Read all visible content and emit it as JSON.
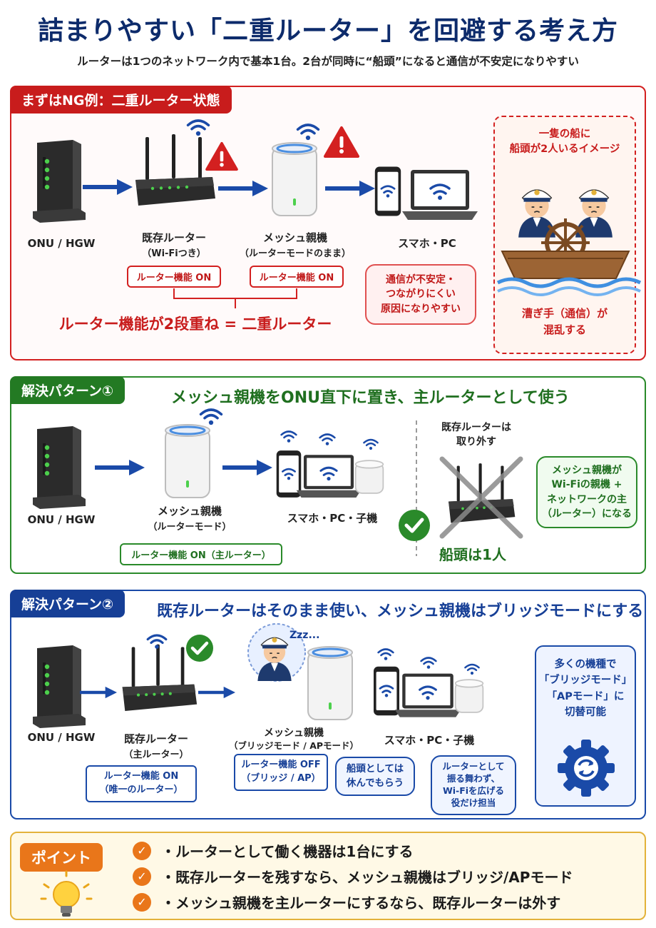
{
  "header": {
    "title": "詰まりやすい「二重ルーター」を回避する考え方",
    "subtitle": "ルーターは1つのネットワーク内で基本1台。2台が同時に“船頭”になると通信が不安定になりやすい"
  },
  "ng": {
    "tab": "まずはNG例：二重ルーター状態",
    "onu": "ONU / HGW",
    "router_name": "既存ルーター",
    "router_sub": "（Wi-Fiつき）",
    "router_pill": "ルーター機能 ON",
    "mesh_name": "メッシュ親機",
    "mesh_sub": "（ルーターモードのまま）",
    "mesh_pill": "ルーター機能 ON",
    "clients": "スマホ・PC",
    "conclusion": "ルーター機能が2段重ね = 二重ルーター",
    "bubble": [
      "通信が不安定・",
      "つながりにくい",
      "原因になりやすい"
    ],
    "metaphor_top": [
      "一隻の船に",
      "船頭が2人いるイメージ"
    ],
    "metaphor_bottom": [
      "漕ぎ手（通信）が",
      "混乱する"
    ]
  },
  "solution1": {
    "tab": "解決パターン①",
    "heading": "メッシュ親機をONU直下に置き、主ルーターとして使う",
    "onu": "ONU / HGW",
    "mesh_name": "メッシュ親機",
    "mesh_sub": "（ルーターモード）",
    "mesh_pill": "ルーター機能 ON（主ルーター）",
    "clients": "スマホ・PC・子機",
    "removed": [
      "既存ルーターは",
      "取り外す"
    ],
    "captain": "船頭は1人",
    "bubble": [
      "メッシュ親機が",
      "Wi-Fiの親機 +",
      "ネットワークの主",
      "（ルーター）になる"
    ]
  },
  "solution2": {
    "tab": "解決パターン②",
    "heading": "既存ルーターはそのまま使い、メッシュ親機はブリッジモードにする",
    "onu": "ONU / HGW",
    "router_name": "既存ルーター",
    "router_sub": "（主ルーター）",
    "router_pill": [
      "ルーター機能 ON",
      "（唯一のルーター）"
    ],
    "mesh_name": "メッシュ親機",
    "mesh_sub": "（ブリッジモード / APモード）",
    "mesh_pill": [
      "ルーター機能 OFF",
      "（ブリッジ / AP）"
    ],
    "clients": "スマホ・PC・子機",
    "zzz": "Zzz...",
    "bubble_rest": [
      "船頭としては",
      "休んでもらう"
    ],
    "bubble_role": [
      "ルーターとして",
      "振る舞わず、",
      "Wi-Fiを広げる",
      "役だけ担当"
    ],
    "side": [
      "多くの機種で",
      "「ブリッジモード」",
      "「APモード」に",
      "切替可能"
    ]
  },
  "point": {
    "tab": "ポイント",
    "items": [
      "・ルーターとして働く機器は1台にする",
      "・既存ルーターを残すなら、メッシュ親機はブリッジ/APモード",
      "・メッシュ親機を主ルーターにするなら、既存ルーターは外す"
    ]
  },
  "colors": {
    "red": "#d32020",
    "green": "#2a8a2a",
    "blue": "#1a4aa8",
    "orange": "#e9761a",
    "navy": "#0d2b6b"
  }
}
